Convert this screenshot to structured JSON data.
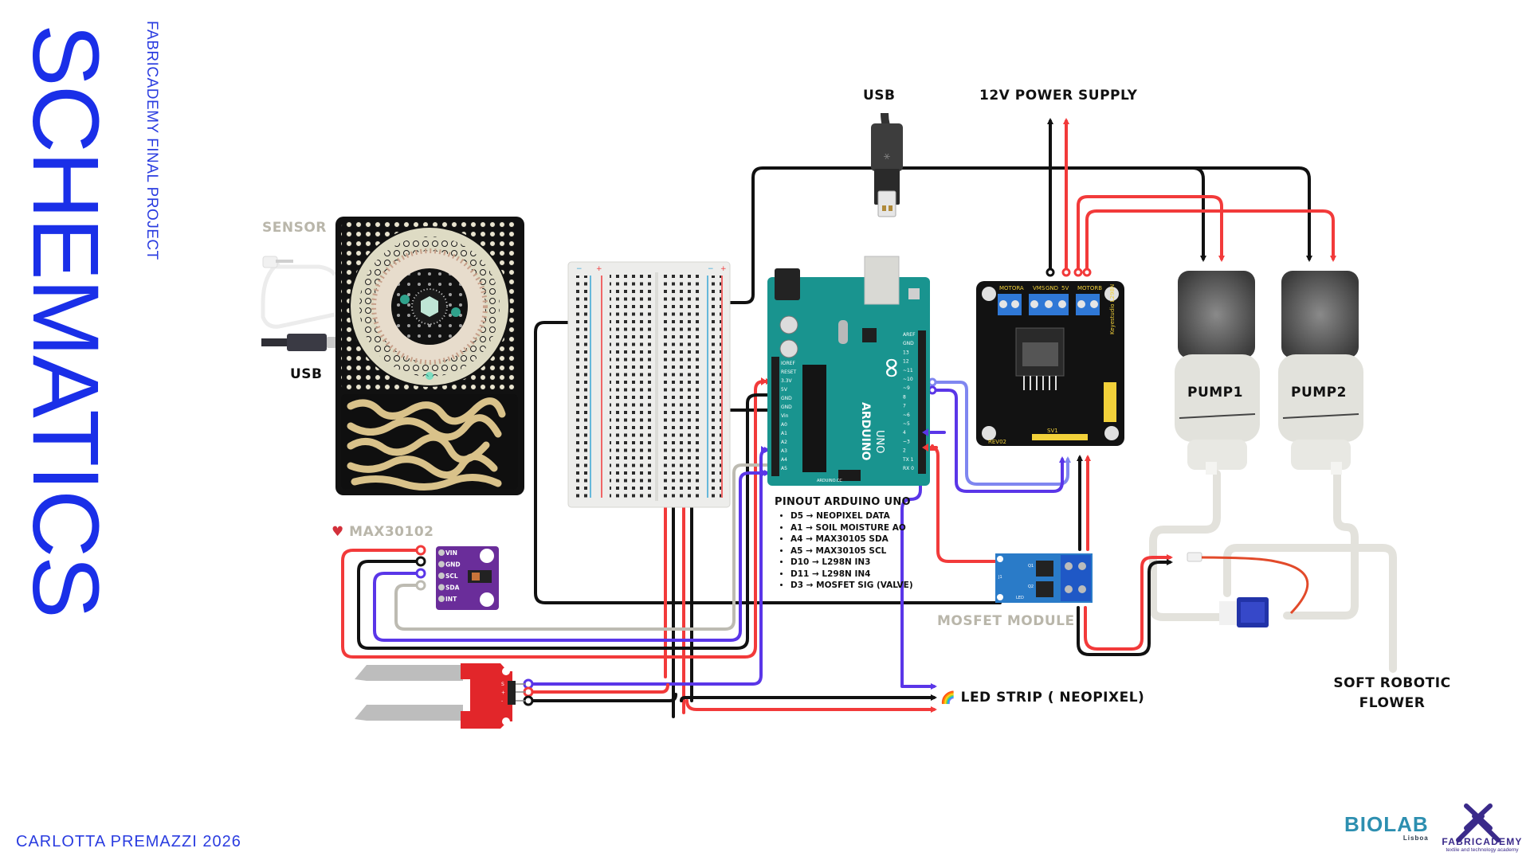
{
  "title": "SCHEMATICS",
  "subtitle": "FABRICADEMY FINAL PROJECT",
  "author": "CARLOTTA PREMAZZI 2026",
  "colors": {
    "title_blue": "#1a2fe8",
    "wire_red": "#f23a3a",
    "wire_black": "#111111",
    "wire_purple": "#5a36e8",
    "wire_lightpurple": "#7f86f0",
    "wire_grey": "#bdbbb2",
    "tube_grey": "#e3e2dc"
  },
  "labels": {
    "sensor": "SENSOR",
    "usb_left": "USB",
    "usb_top": "USB",
    "power_supply": "12V POWER SUPPLY",
    "max_sensor": "MAX30102",
    "mosfet": "MOSFET MODULE",
    "led_strip": "LED STRIP ( NEOPIXEL)",
    "pump1": "PUMP1",
    "pump2": "PUMP2",
    "flower_line1": "SOFT ROBOTIC",
    "flower_line2": "FLOWER"
  },
  "icons": {
    "heart": "♥",
    "rainbow": "🌈"
  },
  "pinout": {
    "title": "PINOUT ARDUINO UNO",
    "items": [
      "D5 → NEOPIXEL DATA",
      "A1 → SOIL MOISTURE AO",
      "A4 → MAX30105 SDA",
      "A5 → MAX30105 SCL",
      "D10 → L298N IN3",
      "D11 → L298N IN4",
      "D3 → MOSFET SIG (VALVE)"
    ]
  },
  "components": {
    "max_pins": [
      "VIN",
      "GND",
      "SCL",
      "SDA",
      "INT"
    ],
    "soil_pins": [
      "S",
      "+",
      "-"
    ],
    "l298n": {
      "terminals": [
        "MOTORA",
        "VMS",
        "GND",
        "5V",
        "MOTORB"
      ],
      "brand": "Keyestudio L298N",
      "header": "SV1",
      "rev": "REV02"
    },
    "arduino": {
      "name": "ARDUINO",
      "model": "UNO",
      "site": "ARDUINO.CC",
      "left_pins": [
        "IOREF",
        "RESET",
        "3.3V",
        "5V",
        "GND",
        "GND",
        "Vin",
        "A0",
        "A1",
        "A2",
        "A3",
        "A4",
        "A5"
      ],
      "right_pins": [
        "AREF",
        "GND",
        "13",
        "12",
        "~11",
        "~10",
        "~9",
        "8",
        "7",
        "~6",
        "~5",
        "4",
        "~3",
        "2",
        "TX 1",
        "RX 0"
      ]
    },
    "mosfet_board": {
      "j1": "J1",
      "q1": "Q1",
      "q2": "Q2",
      "led": "LED"
    }
  },
  "logos": {
    "biolab": "BIOLAB",
    "biolab_sub": "Lisboa",
    "fabricademy": "FABRICADEMY",
    "fabricademy_tag": "textile and technology academy"
  }
}
